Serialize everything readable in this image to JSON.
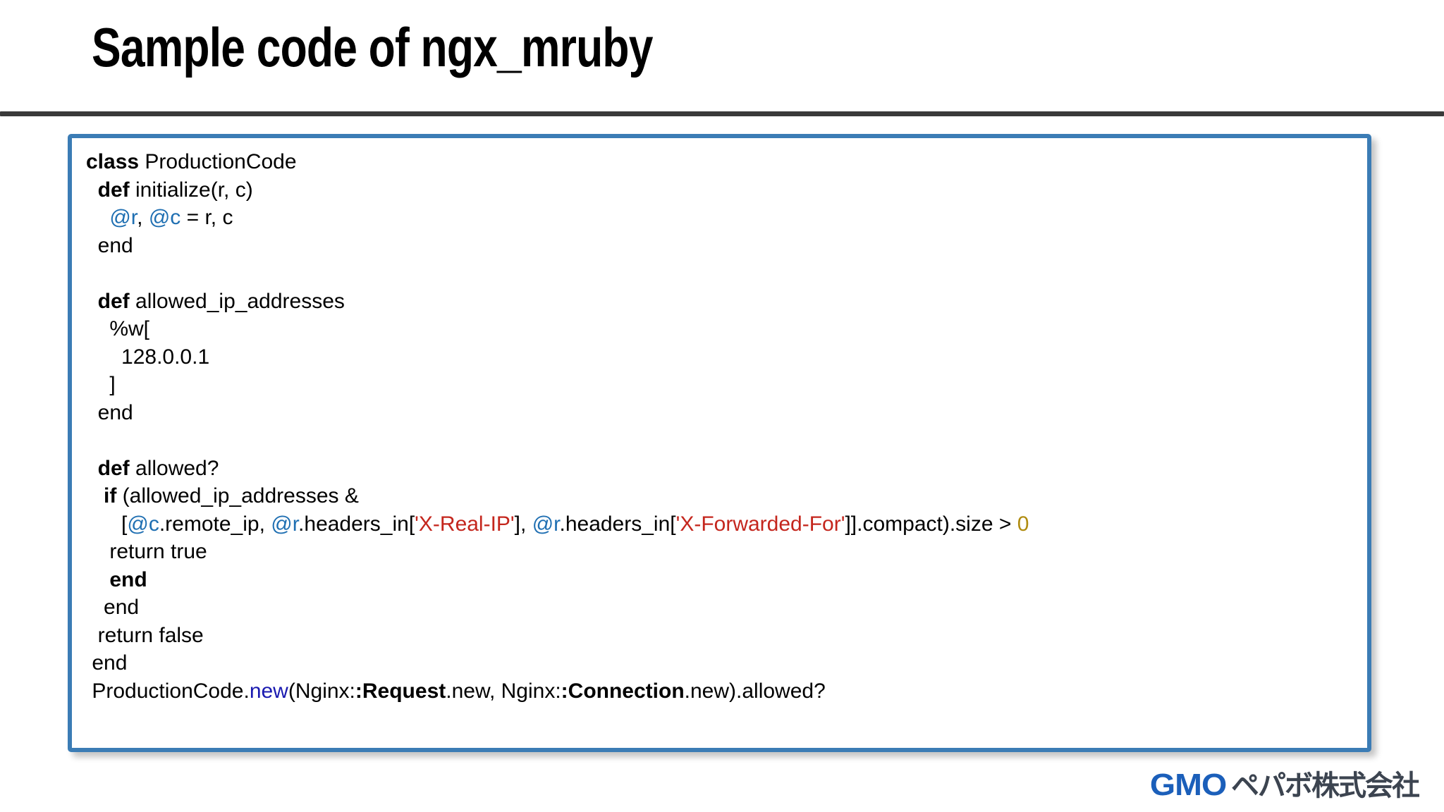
{
  "slide": {
    "title": "Sample code of ngx_mruby",
    "accent_color": "#3b7cb5",
    "rule_color": "#3a3a3a"
  },
  "code": {
    "language": "ruby",
    "colors": {
      "keyword": "#000000",
      "instance_variable": "#1f6fb2",
      "string": "#c4261d",
      "number": "#b08c10",
      "method": "#1a1ab0",
      "constant": "#000000"
    },
    "lines": [
      {
        "id": "l1",
        "tokens": [
          {
            "t": "class",
            "c": "kw"
          },
          {
            "t": " ProductionCode",
            "c": ""
          }
        ]
      },
      {
        "id": "l2",
        "tokens": [
          {
            "t": "  ",
            "c": ""
          },
          {
            "t": "def",
            "c": "kw"
          },
          {
            "t": " initialize(r, c)",
            "c": ""
          }
        ]
      },
      {
        "id": "l3",
        "tokens": [
          {
            "t": "    ",
            "c": ""
          },
          {
            "t": "@r",
            "c": "ivar"
          },
          {
            "t": ", ",
            "c": ""
          },
          {
            "t": "@c",
            "c": "ivar"
          },
          {
            "t": " = r, c",
            "c": ""
          }
        ]
      },
      {
        "id": "l4",
        "tokens": [
          {
            "t": "  end",
            "c": ""
          }
        ]
      },
      {
        "id": "l5",
        "tokens": [
          {
            "t": "",
            "c": ""
          }
        ]
      },
      {
        "id": "l6",
        "tokens": [
          {
            "t": "  ",
            "c": ""
          },
          {
            "t": "def",
            "c": "kw"
          },
          {
            "t": " allowed_ip_addresses",
            "c": ""
          }
        ]
      },
      {
        "id": "l7",
        "tokens": [
          {
            "t": "    %w[",
            "c": ""
          }
        ]
      },
      {
        "id": "l8",
        "tokens": [
          {
            "t": "      128.0.0.1",
            "c": ""
          }
        ]
      },
      {
        "id": "l9",
        "tokens": [
          {
            "t": "    ]",
            "c": ""
          }
        ]
      },
      {
        "id": "l10",
        "tokens": [
          {
            "t": "  end",
            "c": ""
          }
        ]
      },
      {
        "id": "l11",
        "tokens": [
          {
            "t": "",
            "c": ""
          }
        ]
      },
      {
        "id": "l12",
        "tokens": [
          {
            "t": "  ",
            "c": ""
          },
          {
            "t": "def",
            "c": "kw"
          },
          {
            "t": " allowed?",
            "c": ""
          }
        ]
      },
      {
        "id": "l13",
        "tokens": [
          {
            "t": "   ",
            "c": ""
          },
          {
            "t": "if",
            "c": "kw"
          },
          {
            "t": " (allowed_ip_addresses &",
            "c": ""
          }
        ]
      },
      {
        "id": "l14",
        "tokens": [
          {
            "t": "      [",
            "c": ""
          },
          {
            "t": "@c",
            "c": "ivar"
          },
          {
            "t": ".remote_ip, ",
            "c": ""
          },
          {
            "t": "@r",
            "c": "ivar"
          },
          {
            "t": ".headers_in[",
            "c": ""
          },
          {
            "t": "'X-Real-IP'",
            "c": "str"
          },
          {
            "t": "], ",
            "c": ""
          },
          {
            "t": "@r",
            "c": "ivar"
          },
          {
            "t": ".headers_in[",
            "c": ""
          },
          {
            "t": "'X-Forwarded-For'",
            "c": "str"
          },
          {
            "t": "]].compact).size > ",
            "c": ""
          },
          {
            "t": "0",
            "c": "num"
          }
        ]
      },
      {
        "id": "l15",
        "tokens": [
          {
            "t": "    return true",
            "c": ""
          }
        ]
      },
      {
        "id": "l16",
        "tokens": [
          {
            "t": "    ",
            "c": ""
          },
          {
            "t": "end",
            "c": "kw"
          }
        ]
      },
      {
        "id": "l17",
        "tokens": [
          {
            "t": "   end",
            "c": ""
          }
        ]
      },
      {
        "id": "l18",
        "tokens": [
          {
            "t": "  return false",
            "c": ""
          }
        ]
      },
      {
        "id": "l19",
        "tokens": [
          {
            "t": " end",
            "c": ""
          }
        ]
      },
      {
        "id": "l20",
        "tokens": [
          {
            "t": " ProductionCode.",
            "c": ""
          },
          {
            "t": "new",
            "c": "mth"
          },
          {
            "t": "(Nginx:",
            "c": ""
          },
          {
            "t": ":Request",
            "c": "cst"
          },
          {
            "t": ".new, Nginx:",
            "c": ""
          },
          {
            "t": ":Connection",
            "c": "cst"
          },
          {
            "t": ".new).allowed?",
            "c": ""
          }
        ]
      }
    ]
  },
  "footer": {
    "logo_gmo": "GMO",
    "logo_jp": "ペパボ株式会社",
    "gmo_color": "#1b5fba",
    "jp_color": "#3c4450"
  }
}
